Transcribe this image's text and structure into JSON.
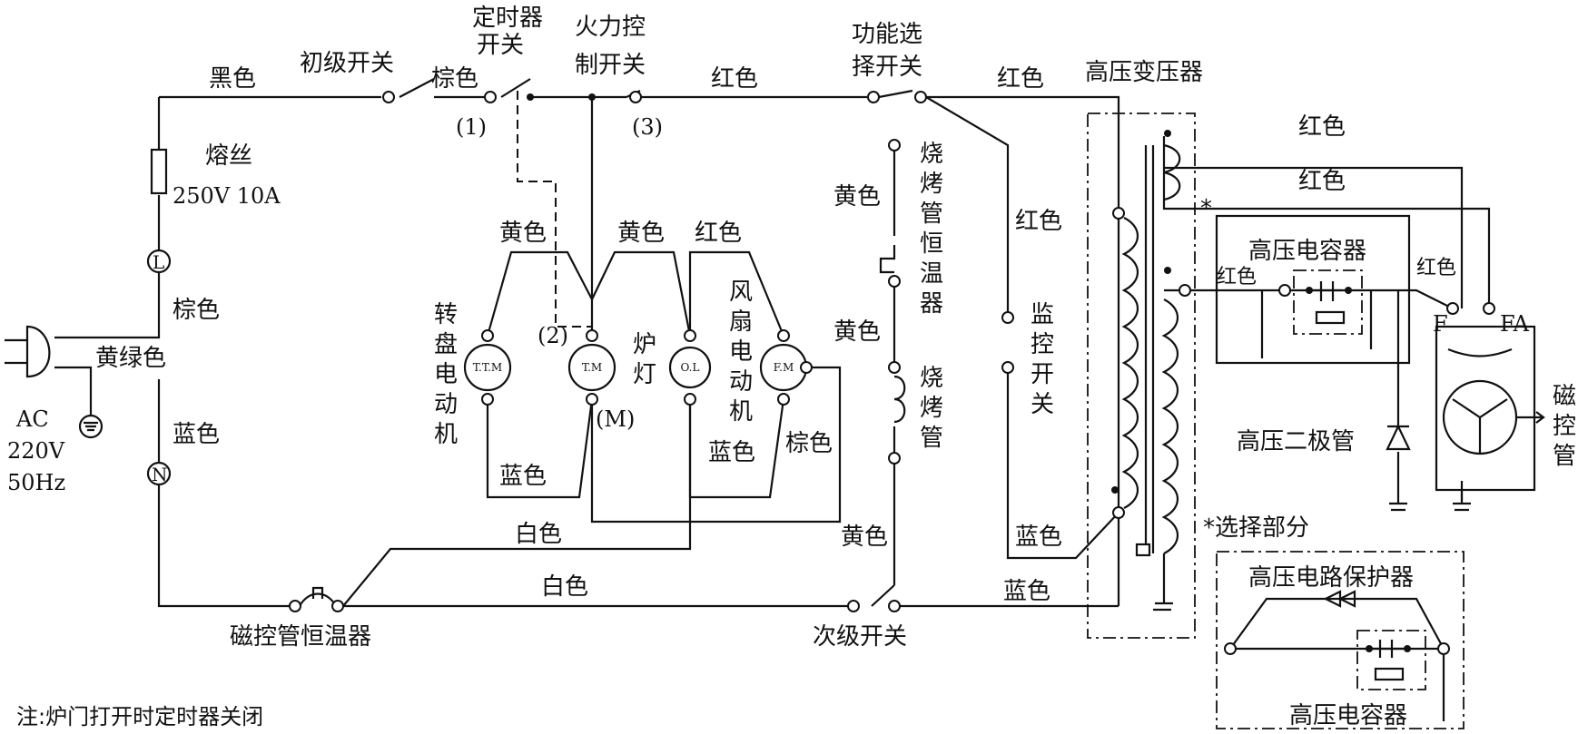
{
  "labels": {
    "primary_switch": "初级开关",
    "timer_switch_1": "定时器",
    "timer_switch_2": "开关",
    "power_switch_1": "火力控",
    "power_switch_2": "制开关",
    "func_switch_1": "功能选",
    "func_switch_2": "择开关",
    "hv_transformer": "高压变压器",
    "black": "黑色",
    "brown_top": "棕色",
    "red_top": "红色",
    "red_func": "红色",
    "red_right1": "红色",
    "red_right2": "红色",
    "red_mid": "红色",
    "red_cap_left": "红色",
    "red_cap_right": "红色",
    "fuse_1": "熔丝",
    "fuse_2": "250V 10A",
    "n1": "(1)",
    "n2": "(2)",
    "n3": "(3)",
    "nm": "(M)",
    "brown_left": "棕色",
    "yellow_green": "黄绿色",
    "ac_1": "AC",
    "ac_2": "220V",
    "ac_3": "50Hz",
    "blue_left": "蓝色",
    "L": "L",
    "N": "N",
    "yellow_1": "黄色",
    "yellow_2": "黄色",
    "red_fan": "红色",
    "turntable_motor": "转盘电动机",
    "ttm": "T.T.M",
    "tm": "T.M",
    "ol": "O.L",
    "fm": "F.M",
    "oven_lamp": "炉灯",
    "fan_motor": "风扇电动机",
    "blue_1": "蓝色",
    "blue_2": "蓝色",
    "brown_fan": "棕色",
    "white_1": "白色",
    "white_2": "白色",
    "yellow_grill1": "黄色",
    "yellow_grill2": "黄色",
    "yellow_bottom": "黄色",
    "grill_thermostat": "烧烤管恒温器",
    "grill_tube": "烧烤管",
    "monitor_switch": "监控开关",
    "blue_mon": "蓝色",
    "blue_bottom": "蓝色",
    "secondary_switch": "次级开关",
    "magnetron_thermostat": "磁控管恒温器",
    "hv_capacitor": "高压电容器",
    "hv_diode": "高压二极管",
    "magnetron": "磁控管",
    "F": "F",
    "FA": "FA",
    "star": "*",
    "optional": "*选择部分",
    "hv_protector": "高压电路保护器",
    "hv_capacitor_2": "高压电容器",
    "note": "注:炉门打开时定时器关闭"
  }
}
